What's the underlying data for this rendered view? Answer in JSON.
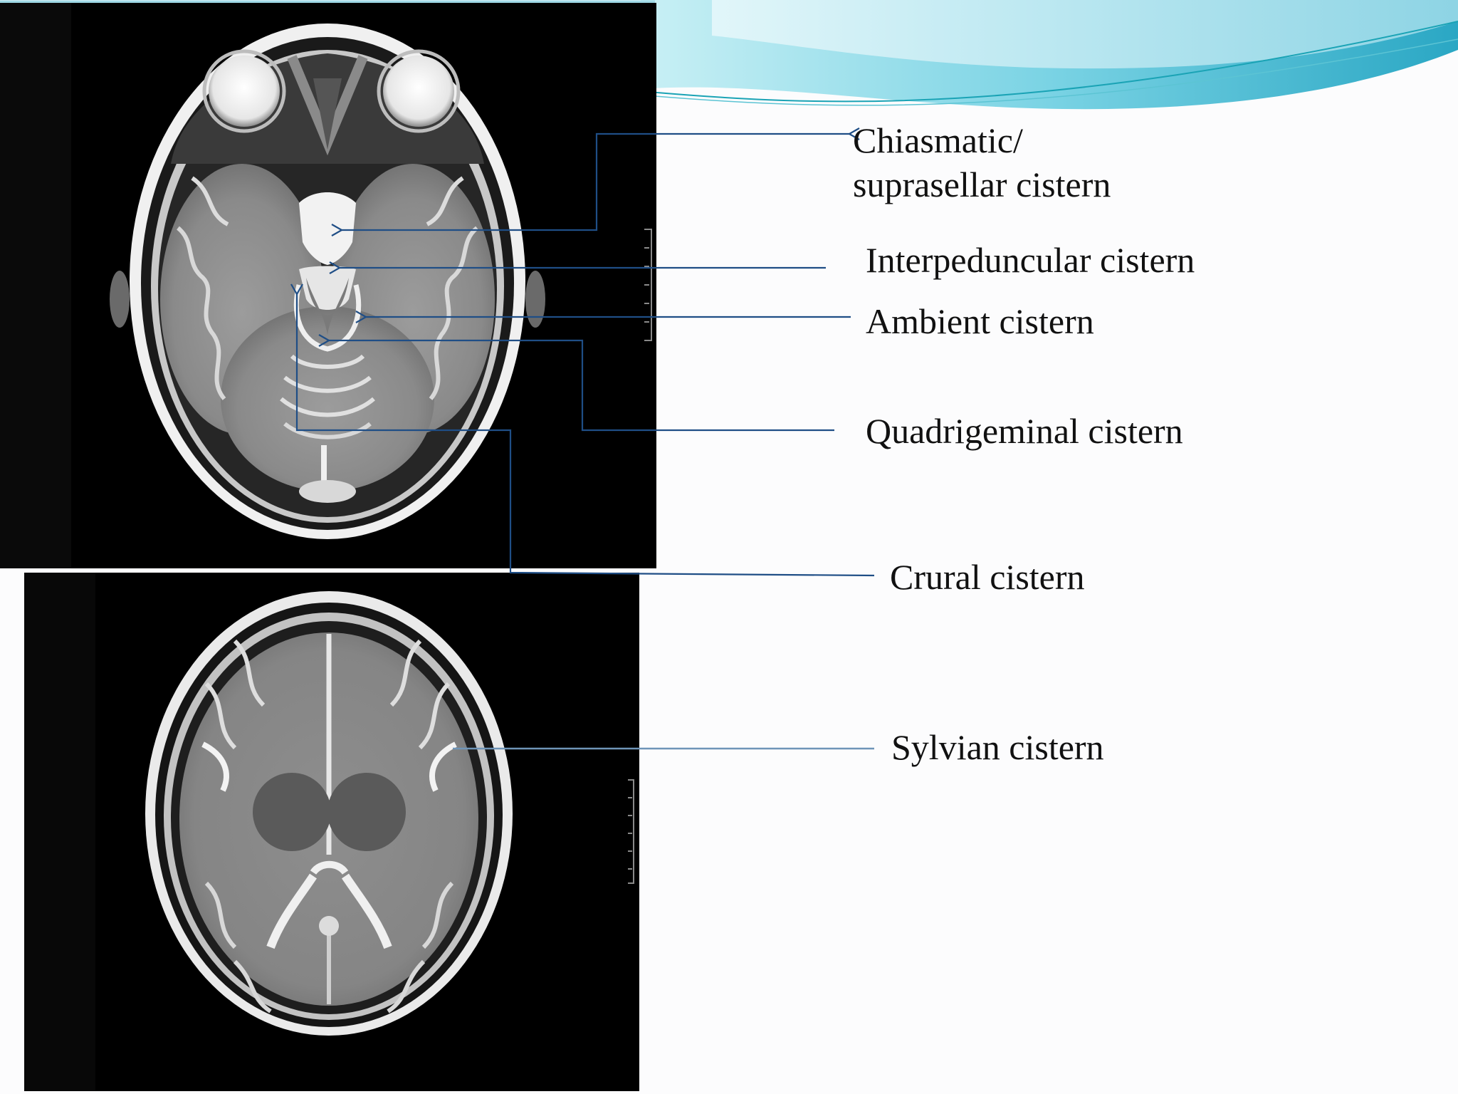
{
  "labels": {
    "chiasmatic_line1": "Chiasmatic/",
    "chiasmatic_line2": "suprasellar cistern",
    "interpeduncular": "Interpeduncular cistern",
    "ambient": "Ambient cistern",
    "quadrigeminal": "Quadrigeminal cistern",
    "crural": "Crural cistern",
    "sylvian": "Sylvian cistern"
  },
  "colors": {
    "leader_line": "#1f4e86",
    "sylvian_line": "#6f95b8",
    "wave_dark": "#2fb0c9",
    "wave_light": "#9fe0ec",
    "mri_background": "#000000",
    "slide_background": "#fcfcfd"
  },
  "images": {
    "top": "axial-t2-mri-midbrain-level",
    "bottom": "axial-t2-mri-basal-ganglia-level"
  }
}
